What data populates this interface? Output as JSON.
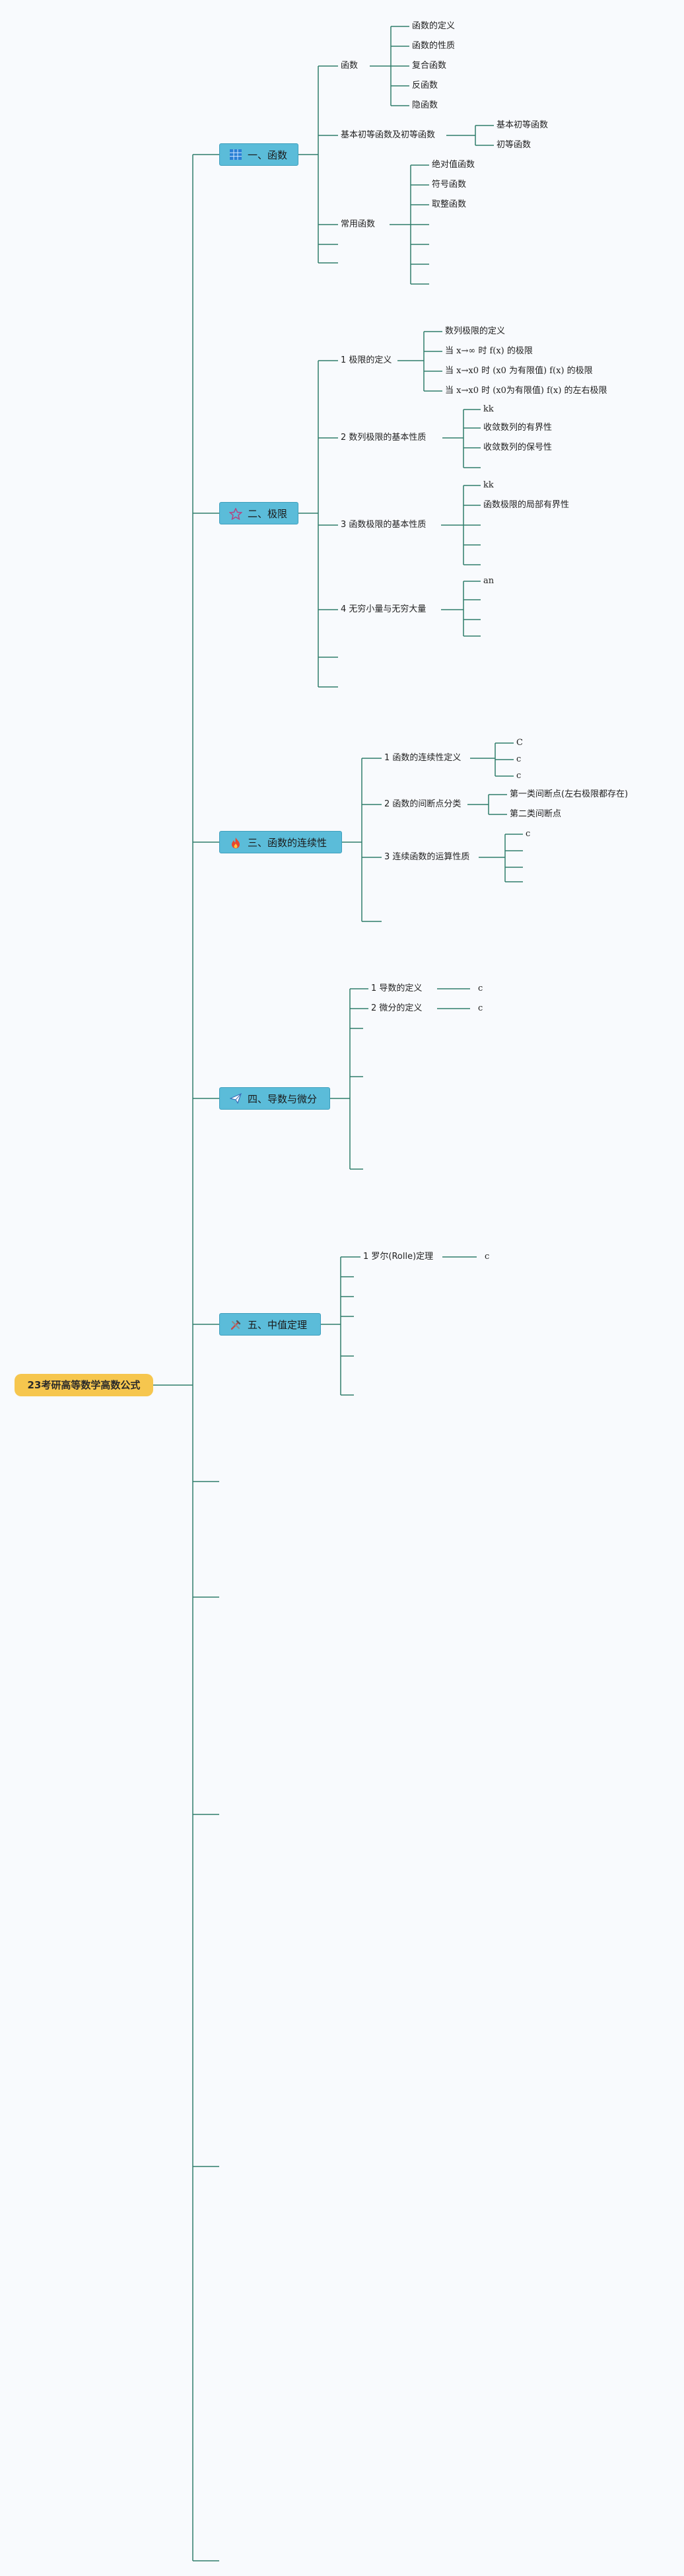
{
  "root": "23考研高等数学高数公式",
  "branches": [
    {
      "label": "一、函数",
      "icon": "grid-icon"
    },
    {
      "label": "二、极限",
      "icon": "star-icon"
    },
    {
      "label": "三、函数的连续性",
      "icon": "fire-icon"
    },
    {
      "label": "四、导数与微分",
      "icon": "plane-icon"
    },
    {
      "label": "五、中值定理",
      "icon": "tools-icon"
    }
  ],
  "b1": {
    "func": "函数",
    "func_children": [
      "函数的定义",
      "函数的性质",
      "复合函数",
      "反函数",
      "隐函数"
    ],
    "elem": "基本初等函数及初等函数",
    "elem_children": [
      "基本初等函数",
      "初等函数"
    ],
    "common": "常用函数",
    "common_children": [
      "绝对值函数",
      "符号函数",
      "取整函数"
    ]
  },
  "b2": {
    "limit_def": "1 极限的定义",
    "limit_def_children": [
      "数列极限的定义",
      "当 x→∞ 时 f(x) 的极限",
      "当 x→x0 时 (x0 为有限值) f(x) 的极限",
      "当 x→x0 时 (x0为有限值) f(x) 的左右极限"
    ],
    "seq_props": "2 数列极限的基本性质",
    "seq_props_children": [
      "kk",
      "收敛数列的有界性",
      "收敛数列的保号性"
    ],
    "func_props": "3 函数极限的基本性质",
    "func_props_children": [
      "kk",
      "函数极限的局部有界性"
    ],
    "infin": "4 无穷小量与无穷大量",
    "infin_children": [
      "an"
    ]
  },
  "b3": {
    "cont_def": "1 函数的连续性定义",
    "cont_def_children": [
      "C",
      "c",
      "c"
    ],
    "disc": "2 函数的间断点分类",
    "disc_children": [
      "第一类间断点(左右极限都存在)",
      "第二类间断点"
    ],
    "ops": "3 连续函数的运算性质",
    "ops_children": [
      "c"
    ]
  },
  "b4": {
    "deriv": "1 导数的定义",
    "deriv_child": "c",
    "diff": "2 微分的定义",
    "diff_child": "c"
  },
  "b5": {
    "rolle": "1 罗尔(Rolle)定理",
    "rolle_child": "c"
  },
  "colors": {
    "line": "#2f7d6b",
    "root_bg": "#f6c64e",
    "branch_bg": "#5bbcd9"
  }
}
